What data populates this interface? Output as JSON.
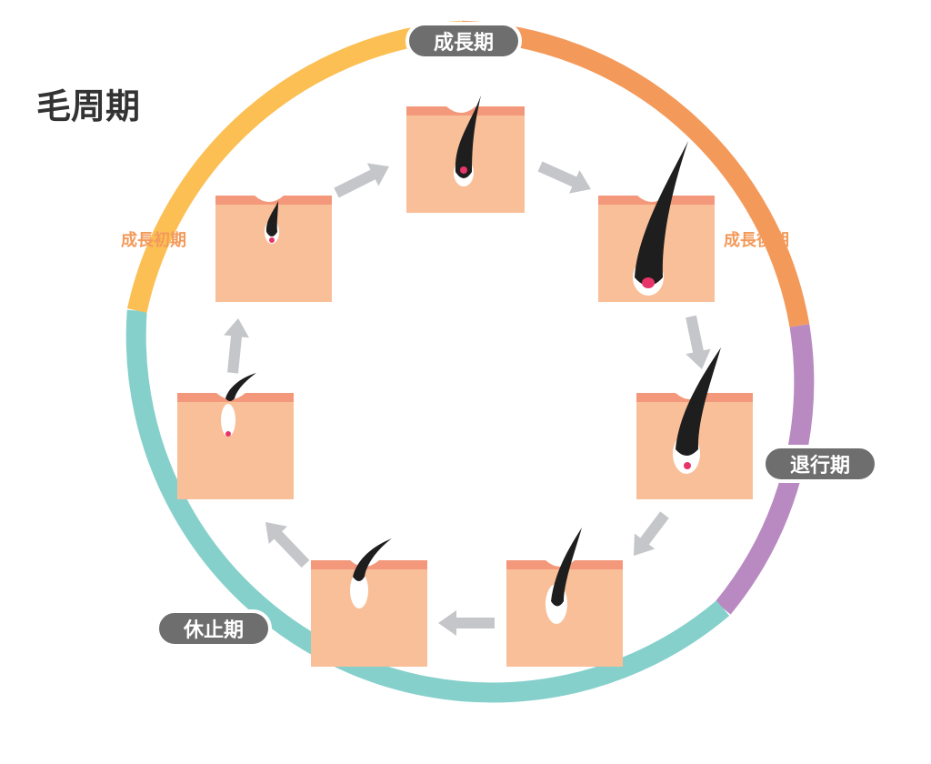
{
  "title": "毛周期",
  "colors": {
    "growth": "#f39a5b",
    "growth_early": "#fbbf54",
    "regression": "#b98ac2",
    "rest": "#86d0cc",
    "pill": "#6e6e6e",
    "skin": "#f9bf98",
    "skin_top": "#f3987a",
    "hair": "#1e1e1e",
    "bulb": "#e7356a",
    "arrow": "#c4c6c9",
    "label_orange": "#f39a5b"
  },
  "phases": {
    "growth": "成長期",
    "regression": "退行期",
    "rest": "休止期",
    "growth_early": "成長初期",
    "growth_late": "成長後期"
  }
}
